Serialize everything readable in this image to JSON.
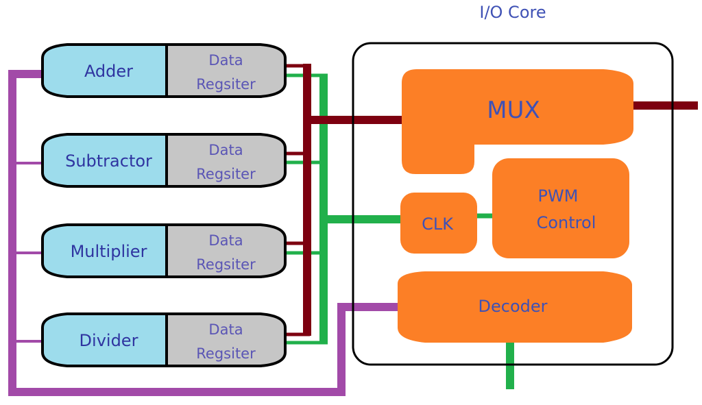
{
  "title": "I/O Core",
  "colors": {
    "unit_fill": "#9ddcec",
    "register_fill": "#c6c6c6",
    "block_fill": "#fc7f26",
    "data_bus": "#7d0010",
    "clock_bus": "#21b04b",
    "control_bus": "#a24aa8",
    "text": "#3a3fa6"
  },
  "units": [
    {
      "name": "Adder",
      "register": [
        "Data",
        "Regsiter"
      ]
    },
    {
      "name": "Subtractor",
      "register": [
        "Data",
        "Regsiter"
      ]
    },
    {
      "name": "Multiplier",
      "register": [
        "Data",
        "Regsiter"
      ]
    },
    {
      "name": "Divider",
      "register": [
        "Data",
        "Regsiter"
      ]
    }
  ],
  "core": {
    "label": "I/O Core",
    "blocks": {
      "mux": "MUX",
      "clk": "CLK",
      "pwm": [
        "PWM",
        "Control"
      ],
      "decoder": "Decoder"
    }
  }
}
